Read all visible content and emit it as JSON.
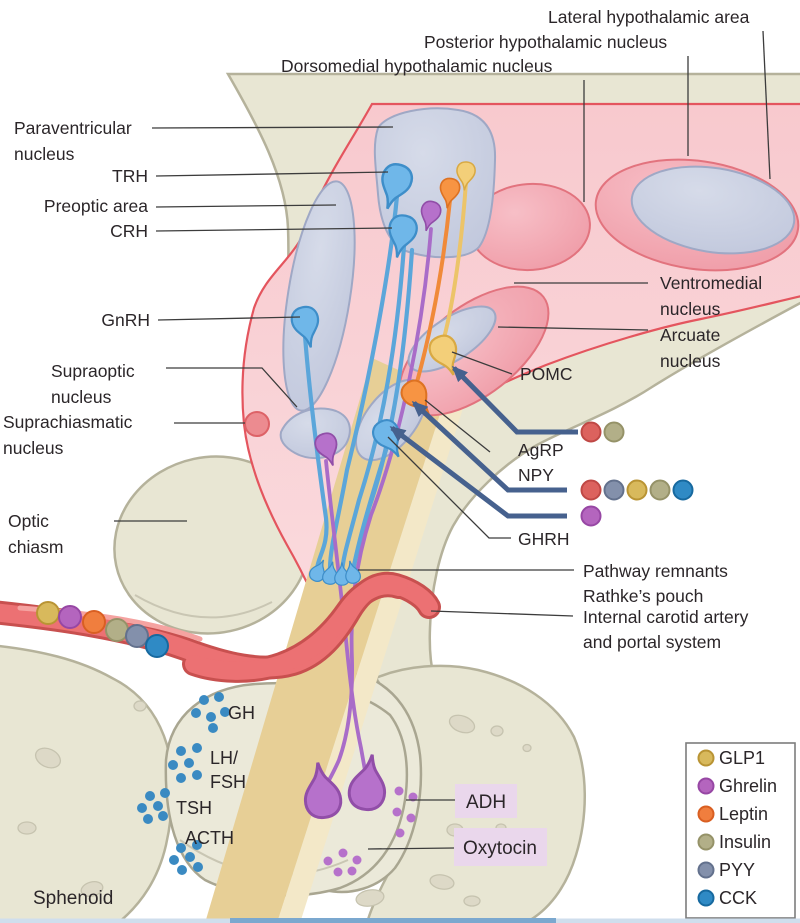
{
  "labels": {
    "lateral": "Lateral hypothalamic area",
    "posterior": "Posterior hypothalamic nucleus",
    "dorsomedial": "Dorsomedial hypothalamic nucleus",
    "paraventricular": [
      "Paraventricular",
      "nucleus"
    ],
    "trh": "TRH",
    "preoptic": "Preoptic area",
    "crh": "CRH",
    "gnrh": "GnRH",
    "supraoptic": [
      "Supraoptic",
      "nucleus"
    ],
    "suprachiasmatic": [
      "Suprachiasmatic",
      "nucleus"
    ],
    "optic_chiasm": [
      "Optic",
      "chiasm"
    ],
    "ventromedial": [
      "Ventromedial",
      "nucleus"
    ],
    "arcuate": [
      "Arcuate",
      "nucleus"
    ],
    "pomc": "POMC",
    "agrp_npy": [
      "AgRP",
      "NPY"
    ],
    "ghrh": "GHRH",
    "pathway_remnants": [
      "Pathway remnants",
      "Rathke’s pouch"
    ],
    "carotid": [
      "Internal carotid artery",
      "and portal system"
    ],
    "gh": "GH",
    "lh_fsh": [
      "LH/",
      "FSH"
    ],
    "tsh": "TSH",
    "acth": "ACTH",
    "adh": "ADH",
    "oxytocin": "Oxytocin",
    "sphenoid": "Sphenoid"
  },
  "legend": {
    "items": [
      {
        "label": "GLP1",
        "color": "#d8b95c",
        "edge": "#b99434"
      },
      {
        "label": "Ghrelin",
        "color": "#b465be",
        "edge": "#9747a4"
      },
      {
        "label": "Leptin",
        "color": "#f07e3e",
        "edge": "#d95f22"
      },
      {
        "label": "Insulin",
        "color": "#b2af88",
        "edge": "#959268"
      },
      {
        "label": "PYY",
        "color": "#8390ab",
        "edge": "#63718d"
      },
      {
        "label": "CCK",
        "color": "#2f8ac5",
        "edge": "#17699f"
      }
    ]
  },
  "colors": {
    "red": {
      "fill": "#dc625e",
      "edge": "#bf4845"
    },
    "glp1": {
      "fill": "#d8b95c",
      "edge": "#b99434"
    },
    "ghrelin": {
      "fill": "#b465be",
      "edge": "#9747a4"
    },
    "leptin": {
      "fill": "#f07e3e",
      "edge": "#d95f22"
    },
    "insulin": {
      "fill": "#b2af88",
      "edge": "#959268"
    },
    "pyy": {
      "fill": "#8390ab",
      "edge": "#63718d"
    },
    "cck": {
      "fill": "#2f8ac5",
      "edge": "#17699f"
    },
    "blue_dot": {
      "fill": "#3a8ac2",
      "edge": "#27699a"
    },
    "purple_dot": {
      "fill": "#b671cb",
      "edge": "#9a4fae"
    },
    "arrow_navy": "#46618e",
    "artery_red": "#ec7173",
    "label_box": "#ead7ec"
  },
  "dots": {
    "pomc_inputs": {
      "r": 9.5,
      "points": [
        [
          591,
          432,
          "red"
        ],
        [
          614,
          432,
          "insulin"
        ]
      ]
    },
    "agrp_inputs": {
      "r": 9.5,
      "points": [
        [
          591,
          490,
          "red"
        ],
        [
          614,
          490,
          "pyy"
        ],
        [
          637,
          490,
          "glp1"
        ],
        [
          660,
          490,
          "insulin"
        ],
        [
          683,
          490,
          "cck"
        ]
      ]
    },
    "ghrh_inputs": {
      "r": 9.5,
      "points": [
        [
          591,
          516,
          "ghrelin"
        ]
      ]
    },
    "artery_hormones": {
      "r": 11,
      "points": [
        [
          48,
          613,
          "glp1"
        ],
        [
          70,
          617,
          "ghrelin"
        ],
        [
          94,
          622,
          "leptin"
        ],
        [
          117,
          630,
          "insulin"
        ],
        [
          137,
          636,
          "pyy"
        ],
        [
          157,
          646,
          "cck"
        ]
      ]
    },
    "gh_secretion": {
      "r": 5,
      "color": "blue_dot",
      "points": [
        [
          204,
          700
        ],
        [
          219,
          697
        ],
        [
          196,
          713
        ],
        [
          211,
          717
        ],
        [
          225,
          712
        ],
        [
          213,
          728
        ]
      ]
    },
    "lh_fsh_secretion": {
      "r": 5,
      "color": "blue_dot",
      "points": [
        [
          181,
          751
        ],
        [
          197,
          748
        ],
        [
          173,
          765
        ],
        [
          189,
          763
        ],
        [
          181,
          778
        ],
        [
          197,
          775
        ]
      ]
    },
    "tsh_secretion": {
      "r": 5,
      "color": "blue_dot",
      "points": [
        [
          150,
          796
        ],
        [
          165,
          793
        ],
        [
          142,
          808
        ],
        [
          158,
          806
        ],
        [
          148,
          819
        ],
        [
          163,
          816
        ]
      ]
    },
    "acth_secretion": {
      "r": 5,
      "color": "blue_dot",
      "points": [
        [
          181,
          848
        ],
        [
          197,
          845
        ],
        [
          174,
          860
        ],
        [
          190,
          857
        ],
        [
          182,
          870
        ],
        [
          198,
          867
        ]
      ]
    },
    "adh_secretion": {
      "r": 4.5,
      "color": "purple_dot",
      "points": [
        [
          399,
          791
        ],
        [
          413,
          797
        ],
        [
          397,
          812
        ],
        [
          411,
          818
        ],
        [
          400,
          833
        ]
      ]
    },
    "oxytocin_secretion": {
      "r": 4.5,
      "color": "purple_dot",
      "points": [
        [
          328,
          861
        ],
        [
          343,
          853
        ],
        [
          357,
          860
        ],
        [
          338,
          872
        ],
        [
          352,
          871
        ]
      ]
    }
  }
}
